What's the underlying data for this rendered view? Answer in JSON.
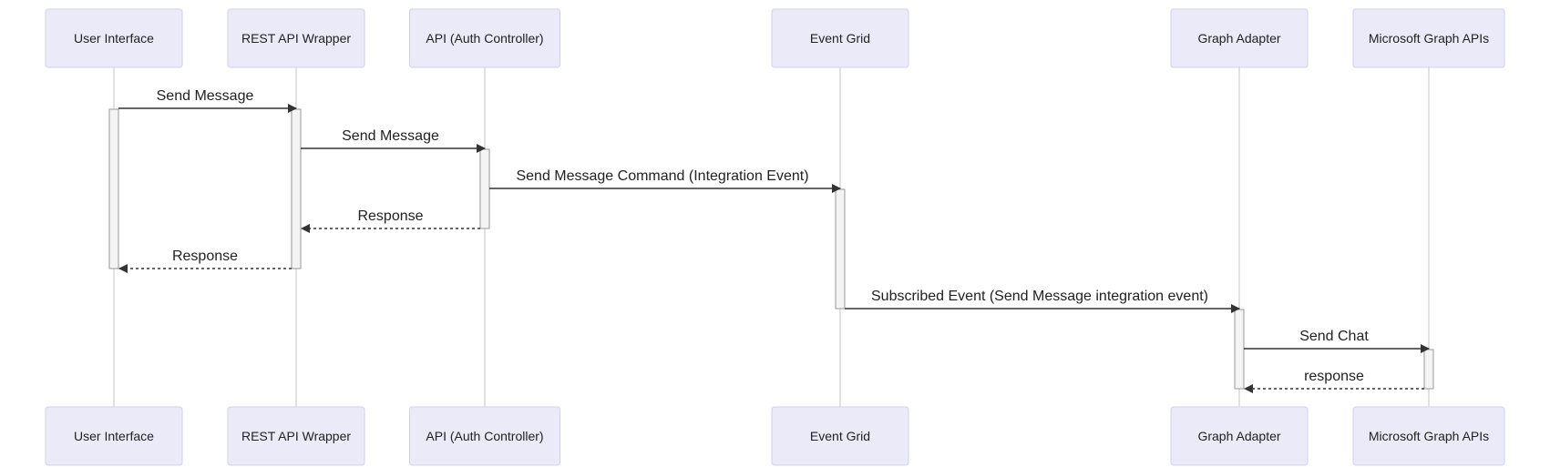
{
  "participants": [
    {
      "id": "ui",
      "label": "User Interface"
    },
    {
      "id": "rest",
      "label": "REST API Wrapper"
    },
    {
      "id": "auth",
      "label": "API (Auth Controller)"
    },
    {
      "id": "grid",
      "label": "Event Grid"
    },
    {
      "id": "adapter",
      "label": "Graph Adapter"
    },
    {
      "id": "graph",
      "label": "Microsoft Graph APIs"
    }
  ],
  "messages": [
    {
      "from": "ui",
      "to": "rest",
      "label": "Send Message",
      "style": "solid"
    },
    {
      "from": "rest",
      "to": "auth",
      "label": "Send Message",
      "style": "solid"
    },
    {
      "from": "auth",
      "to": "grid",
      "label": "Send Message Command (Integration Event)",
      "style": "solid"
    },
    {
      "from": "auth",
      "to": "rest",
      "label": "Response",
      "style": "dashed"
    },
    {
      "from": "rest",
      "to": "ui",
      "label": "Response",
      "style": "dashed"
    },
    {
      "from": "grid",
      "to": "adapter",
      "label": "Subscribed Event (Send Message integration event)",
      "style": "solid"
    },
    {
      "from": "adapter",
      "to": "graph",
      "label": "Send Chat",
      "style": "solid"
    },
    {
      "from": "graph",
      "to": "adapter",
      "label": "response",
      "style": "dashed"
    }
  ],
  "activations": [
    {
      "participant": "ui",
      "from_message": 0,
      "to_message": 4
    },
    {
      "participant": "rest",
      "from_message": 0,
      "to_message": 4
    },
    {
      "participant": "auth",
      "from_message": 1,
      "to_message": 3
    },
    {
      "participant": "grid",
      "from_message": 2,
      "to_message": 5
    },
    {
      "participant": "adapter",
      "from_message": 5,
      "to_message": 7
    },
    {
      "participant": "graph",
      "from_message": 6,
      "to_message": 7
    }
  ]
}
